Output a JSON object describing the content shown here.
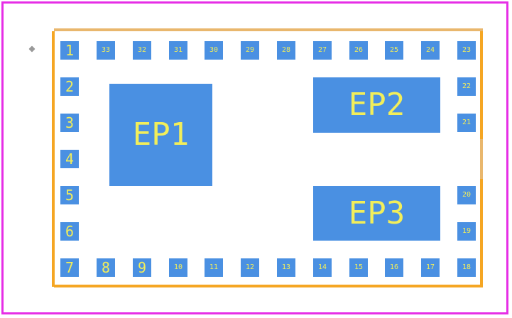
{
  "colors": {
    "frame": "#e62ee6",
    "outline": "#f5a623",
    "pad": "#4a90e2",
    "label": "#f2ee5a",
    "marker": "#999999"
  },
  "footprint": {
    "pads_left": [
      "1",
      "2",
      "3",
      "4",
      "5",
      "6",
      "7"
    ],
    "pads_bottom": [
      "8",
      "9",
      "10",
      "11",
      "12",
      "13",
      "14",
      "15",
      "16",
      "17",
      "18"
    ],
    "pads_right": [
      "19",
      "20",
      "21",
      "22"
    ],
    "pads_top": [
      "23",
      "24",
      "25",
      "26",
      "27",
      "28",
      "29",
      "30",
      "31",
      "32",
      "33"
    ],
    "exposed_pads": [
      "EP1",
      "EP2",
      "EP3"
    ]
  }
}
